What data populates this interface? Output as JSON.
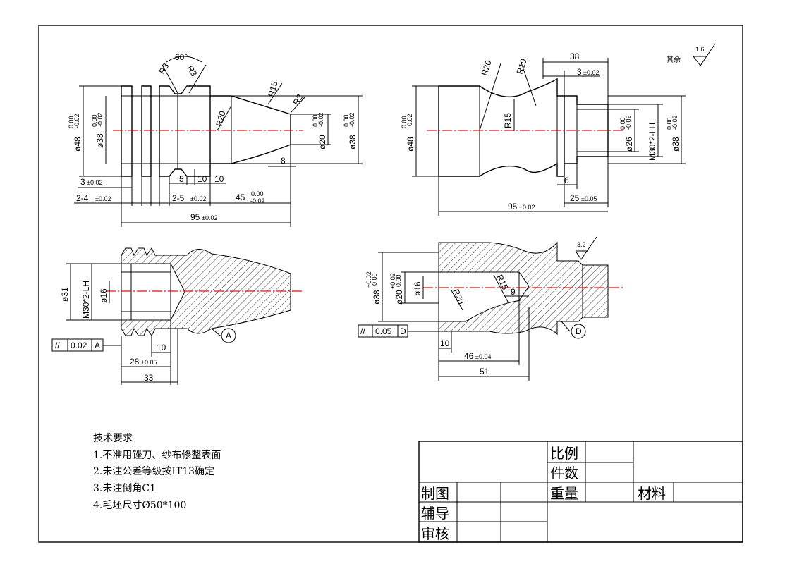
{
  "views": {
    "v1": {
      "angle": "60°",
      "r3a": "R3",
      "r3b": "R3",
      "r15": "R15",
      "r2": "R2",
      "r20": "R20",
      "d48": "ø48",
      "d48_tol_up": "0.00",
      "d48_tol_lo": "-0.02",
      "d38": "ø38",
      "d38_tol_up": "0.00",
      "d38_tol_lo": "-0.02",
      "d20": "ø20",
      "d20_tol_up": "0.00",
      "d20_tol_lo": "-0.02",
      "d38r": "ø38",
      "d38r_tol_up": "0.00",
      "d38r_tol_lo": "-0.02",
      "l3": "3",
      "l3_tol": "±0.02",
      "l5": "5",
      "l10a": "10",
      "l10b": "10",
      "l8": "8",
      "l2_4": "2-4",
      "l2_4_tol": "±0.02",
      "l2_5": "2-5",
      "l2_5_tol": "±0.02",
      "l45": "45",
      "l45_tol_up": "0.00",
      "l45_tol_lo": "-0.02",
      "l95": "95",
      "l95_tol": "±0.02"
    },
    "v2": {
      "r20": "R20",
      "r10": "R10",
      "r15": "R15",
      "l38": "38",
      "l3": "3",
      "l3_tol": "±0.02",
      "d48": "ø48",
      "d48_tol_up": "0.00",
      "d48_tol_lo": "-0.02",
      "d26": "ø26",
      "d26_tol_up": "0.00",
      "d26_tol_lo": "-0.02",
      "m30": "M30*2-LH",
      "d38": "ø38",
      "d38_tol_up": "0.00",
      "d38_tol_lo": "-0.02",
      "l6": "6",
      "l25": "25",
      "l25_tol": "±0.05",
      "l95": "95",
      "l95_tol": "±0.02"
    },
    "v3": {
      "d31": "ø31",
      "m30": "M30*2-LH",
      "d16": "ø16",
      "datum": "A",
      "fcf_sym": "//",
      "fcf_tol": "0.02",
      "fcf_ref": "A",
      "l10": "10",
      "l28": "28",
      "l28_tol": "±0.05",
      "l33": "33"
    },
    "v4": {
      "d38": "ø38",
      "d38_tol_up": "+0.02",
      "d38_tol_lo": "-0.00",
      "d20": "ø20",
      "d20_tol_up": "+0.02",
      "d20_tol_lo": "-0.00",
      "d16": "ø16",
      "r20": "R20",
      "r15": "R15",
      "l9": "9",
      "rough": "3.2",
      "datum": "D",
      "fcf_sym": "//",
      "fcf_tol": "0.05",
      "fcf_ref": "D",
      "l10": "10",
      "l46": "46",
      "l46_tol": "±0.04",
      "l51": "51"
    }
  },
  "roughness_note": {
    "rest": "其余",
    "value": "1.6"
  },
  "notes": {
    "title": "技术要求",
    "items": [
      "1.不准用锉刀、纱布修整表面",
      "2.未注公差等级按IT13确定",
      "3.未注倒角C1",
      "4.毛坯尺寸Ø50*100"
    ]
  },
  "title_block": {
    "scale": "比例",
    "qty": "件数",
    "weight": "重量",
    "material": "材料",
    "drawn": "制图",
    "guide": "辅导",
    "review": "审核"
  }
}
